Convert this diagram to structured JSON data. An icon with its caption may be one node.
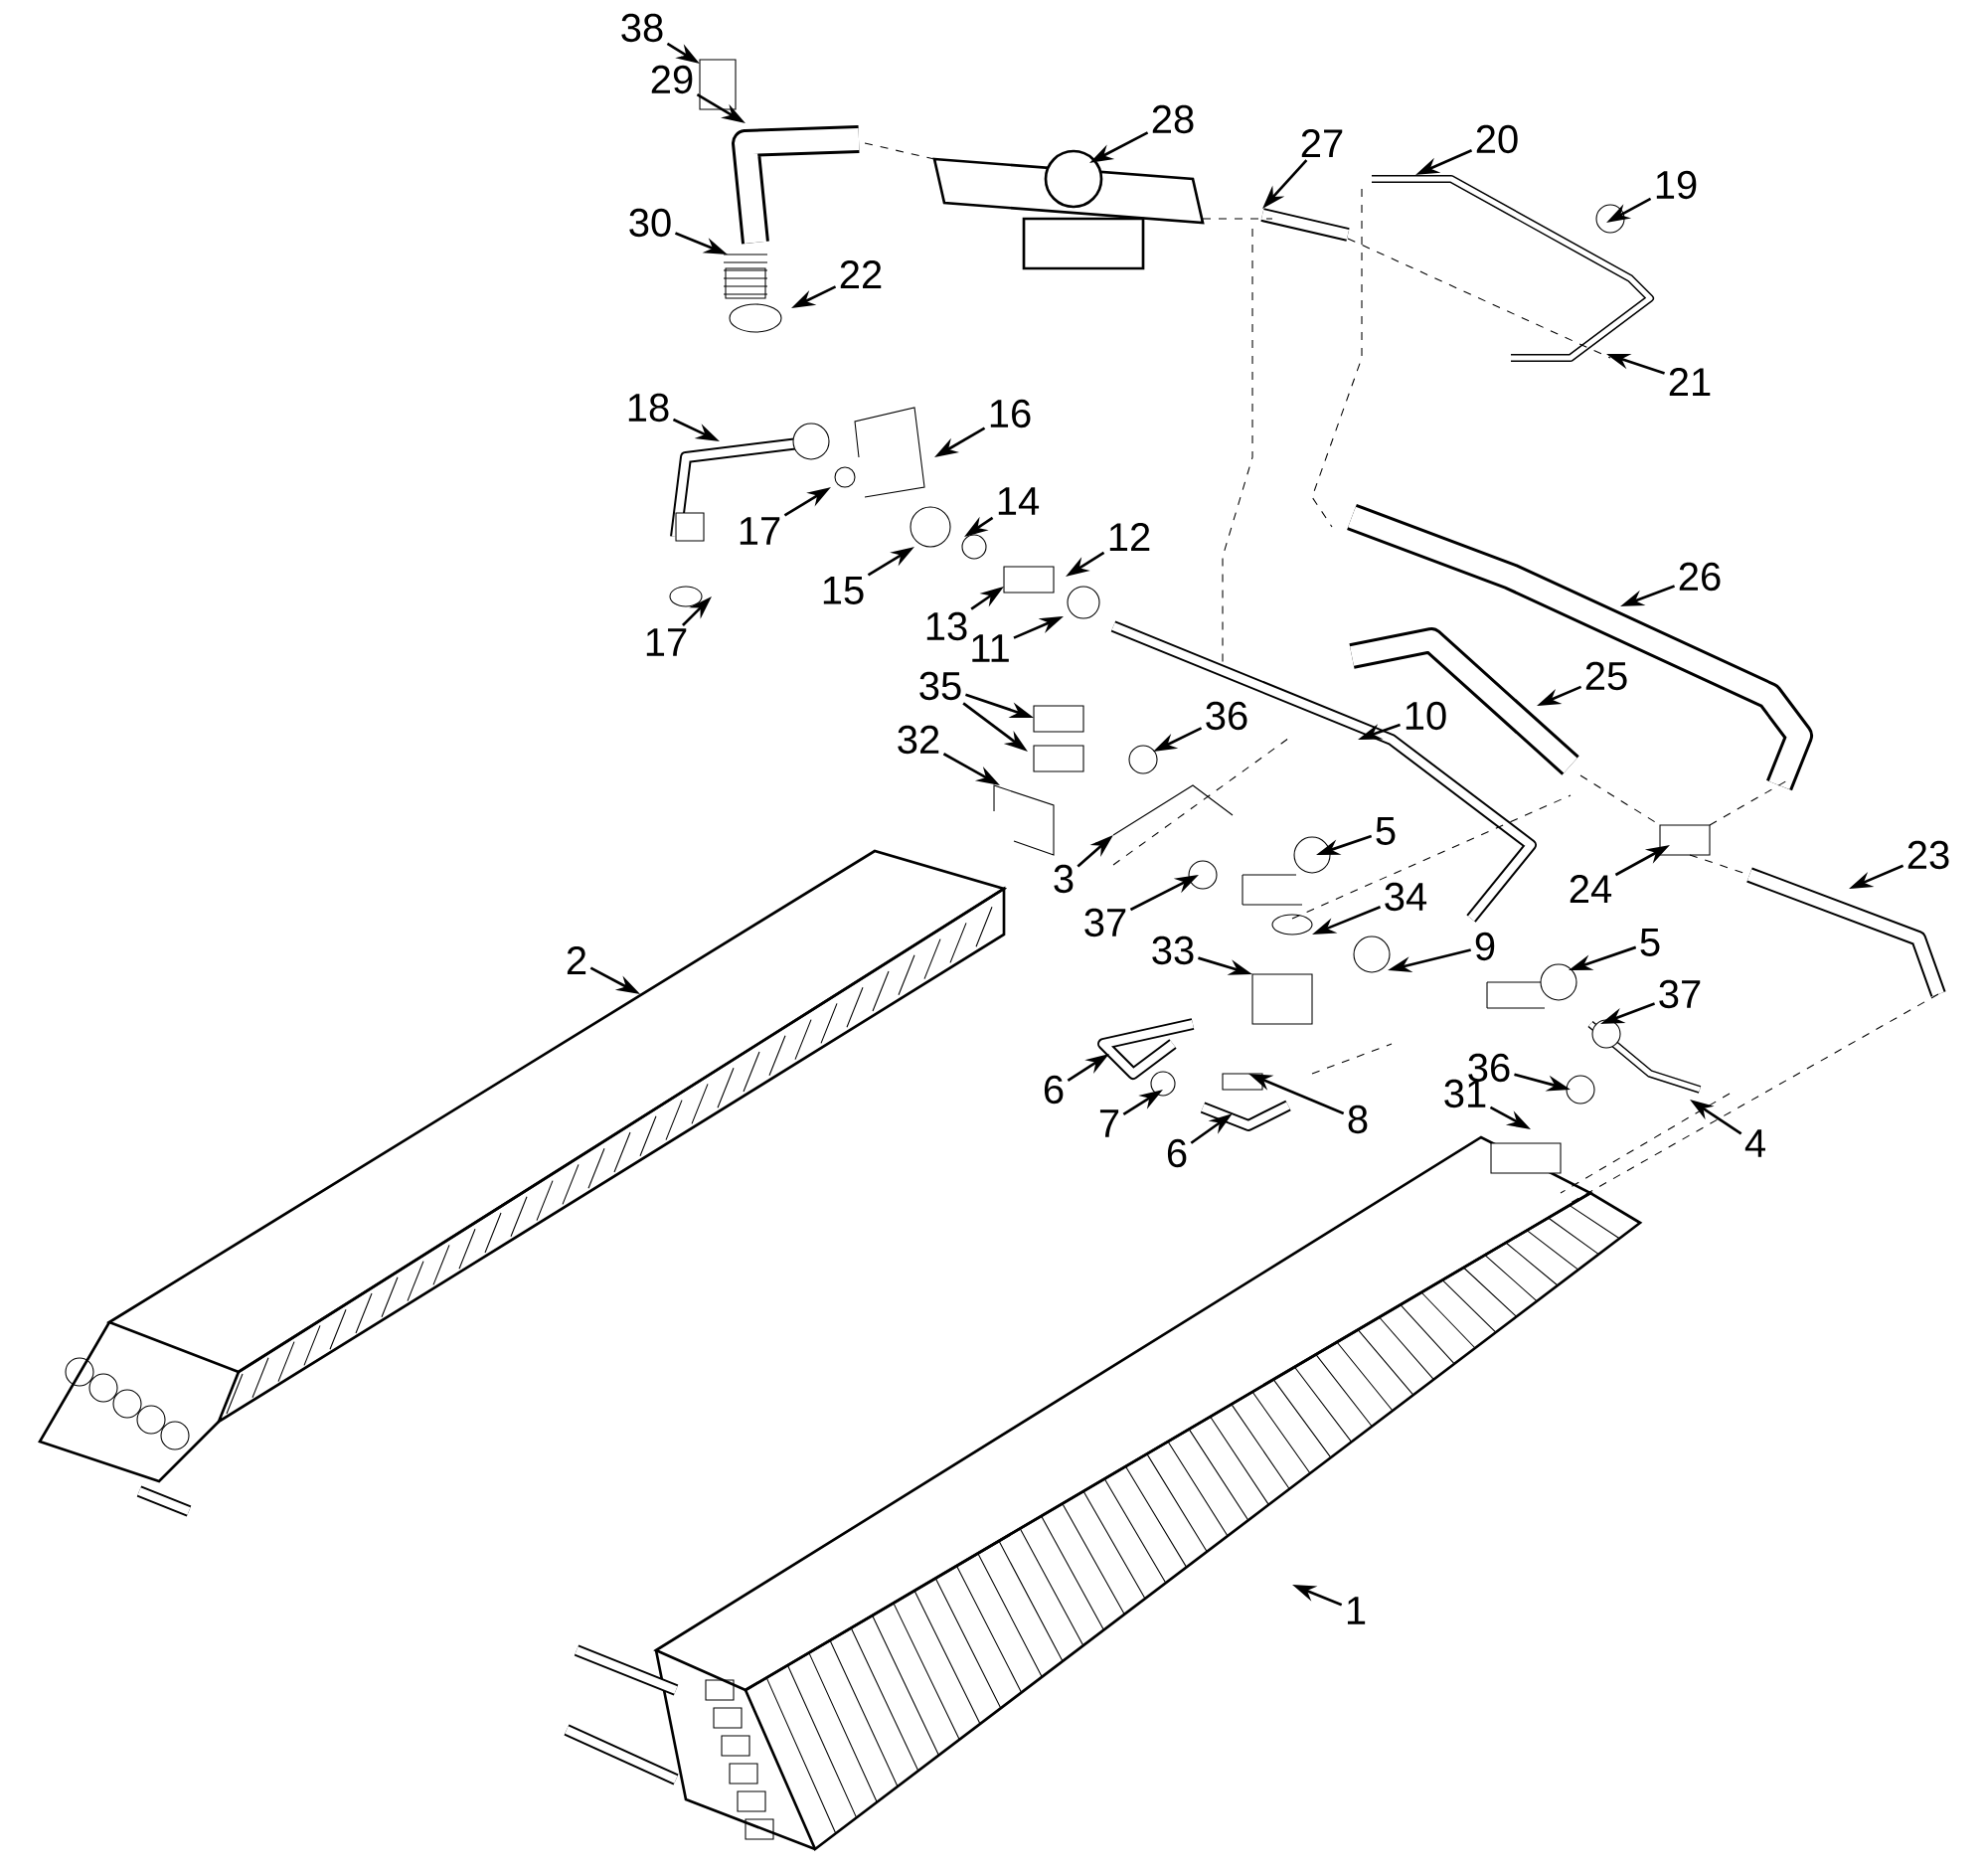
{
  "diagram": {
    "nodes": [
      {
        "text": [
          "38"
        ]
      },
      {
        "text": [
          "29"
        ]
      },
      {
        "text": [
          "28"
        ]
      },
      {
        "text": [
          "27"
        ]
      },
      {
        "text": [
          "20"
        ]
      },
      {
        "text": [
          "19"
        ]
      },
      {
        "text": [
          "30"
        ]
      },
      {
        "text": [
          "22"
        ]
      },
      {
        "text": [
          "21"
        ]
      },
      {
        "text": [
          "18"
        ]
      },
      {
        "text": [
          "16"
        ]
      },
      {
        "text": [
          "17"
        ]
      },
      {
        "text": [
          "14"
        ]
      },
      {
        "text": [
          "12"
        ]
      },
      {
        "text": [
          "15"
        ]
      },
      {
        "text": [
          "17"
        ]
      },
      {
        "text": [
          "13"
        ]
      },
      {
        "text": [
          "11"
        ]
      },
      {
        "text": [
          "26"
        ]
      },
      {
        "text": [
          "25"
        ]
      },
      {
        "text": [
          "35"
        ]
      },
      {
        "text": [
          "36"
        ]
      },
      {
        "text": [
          "10"
        ]
      },
      {
        "text": [
          "32"
        ]
      },
      {
        "text": [
          "5"
        ]
      },
      {
        "text": [
          "3"
        ]
      },
      {
        "text": [
          "37"
        ]
      },
      {
        "text": [
          "33"
        ]
      },
      {
        "text": [
          "34"
        ]
      },
      {
        "text": [
          "24"
        ]
      },
      {
        "text": [
          "23"
        ]
      },
      {
        "text": [
          "9"
        ]
      },
      {
        "text": [
          "5"
        ]
      },
      {
        "text": [
          "2"
        ]
      },
      {
        "text": [
          "37"
        ]
      },
      {
        "text": [
          "6"
        ]
      },
      {
        "text": [
          "36"
        ]
      },
      {
        "text": [
          "31"
        ]
      },
      {
        "text": [
          "7"
        ]
      },
      {
        "text": [
          "8"
        ]
      },
      {
        "text": [
          "6"
        ]
      },
      {
        "text": [
          "4"
        ]
      },
      {
        "text": [
          "1"
        ]
      }
    ],
    "edges": [
      {
        "from": 0,
        "to": null,
        "arrow": "to"
      },
      {
        "from": 1,
        "to": null,
        "arrow": "to"
      },
      {
        "from": 2,
        "to": null,
        "arrow": "to"
      },
      {
        "from": 3,
        "to": null,
        "arrow": "to"
      },
      {
        "from": 4,
        "to": null,
        "arrow": "to"
      },
      {
        "from": 5,
        "to": null,
        "arrow": "to"
      },
      {
        "from": 6,
        "to": null,
        "arrow": "to"
      },
      {
        "from": 7,
        "to": null,
        "arrow": "to"
      },
      {
        "from": 8,
        "to": null,
        "arrow": "to"
      },
      {
        "from": 9,
        "to": null,
        "arrow": "to"
      },
      {
        "from": 10,
        "to": null,
        "arrow": "to"
      },
      {
        "from": 11,
        "to": null,
        "arrow": "to"
      },
      {
        "from": 12,
        "to": null,
        "arrow": "to"
      },
      {
        "from": 13,
        "to": null,
        "arrow": "to"
      },
      {
        "from": 14,
        "to": null,
        "arrow": "to"
      },
      {
        "from": 15,
        "to": null,
        "arrow": "to"
      },
      {
        "from": 16,
        "to": null,
        "arrow": "to"
      },
      {
        "from": 17,
        "to": null,
        "arrow": "to"
      },
      {
        "from": 18,
        "to": null,
        "arrow": "to"
      },
      {
        "from": 19,
        "to": null,
        "arrow": "to"
      },
      {
        "from": 20,
        "to": null,
        "arrow": "to"
      },
      {
        "from": 20,
        "to": null,
        "arrow": "to"
      },
      {
        "from": 21,
        "to": null,
        "arrow": "to"
      },
      {
        "from": 22,
        "to": null,
        "arrow": "to"
      },
      {
        "from": 23,
        "to": null,
        "arrow": "to"
      },
      {
        "from": 24,
        "to": null,
        "arrow": "to"
      },
      {
        "from": 25,
        "to": null,
        "arrow": "to"
      },
      {
        "from": 26,
        "to": null,
        "arrow": "to"
      },
      {
        "from": 27,
        "to": null,
        "arrow": "to"
      },
      {
        "from": 28,
        "to": null,
        "arrow": "to"
      },
      {
        "from": 29,
        "to": null,
        "arrow": "to"
      },
      {
        "from": 30,
        "to": null,
        "arrow": "to"
      },
      {
        "from": 31,
        "to": null,
        "arrow": "to"
      },
      {
        "from": 32,
        "to": null,
        "arrow": "to"
      },
      {
        "from": 33,
        "to": null,
        "arrow": "to"
      },
      {
        "from": 34,
        "to": null,
        "arrow": "to"
      },
      {
        "from": 35,
        "to": null,
        "arrow": "to"
      },
      {
        "from": 36,
        "to": null,
        "arrow": "to"
      },
      {
        "from": 37,
        "to": null,
        "arrow": "to"
      },
      {
        "from": 38,
        "to": null,
        "arrow": "to"
      },
      {
        "from": 39,
        "to": null,
        "arrow": "to"
      },
      {
        "from": 40,
        "to": null,
        "arrow": "to"
      },
      {
        "from": 41,
        "to": null,
        "arrow": "to"
      },
      {
        "from": 42,
        "to": null,
        "arrow": "to"
      }
    ]
  }
}
